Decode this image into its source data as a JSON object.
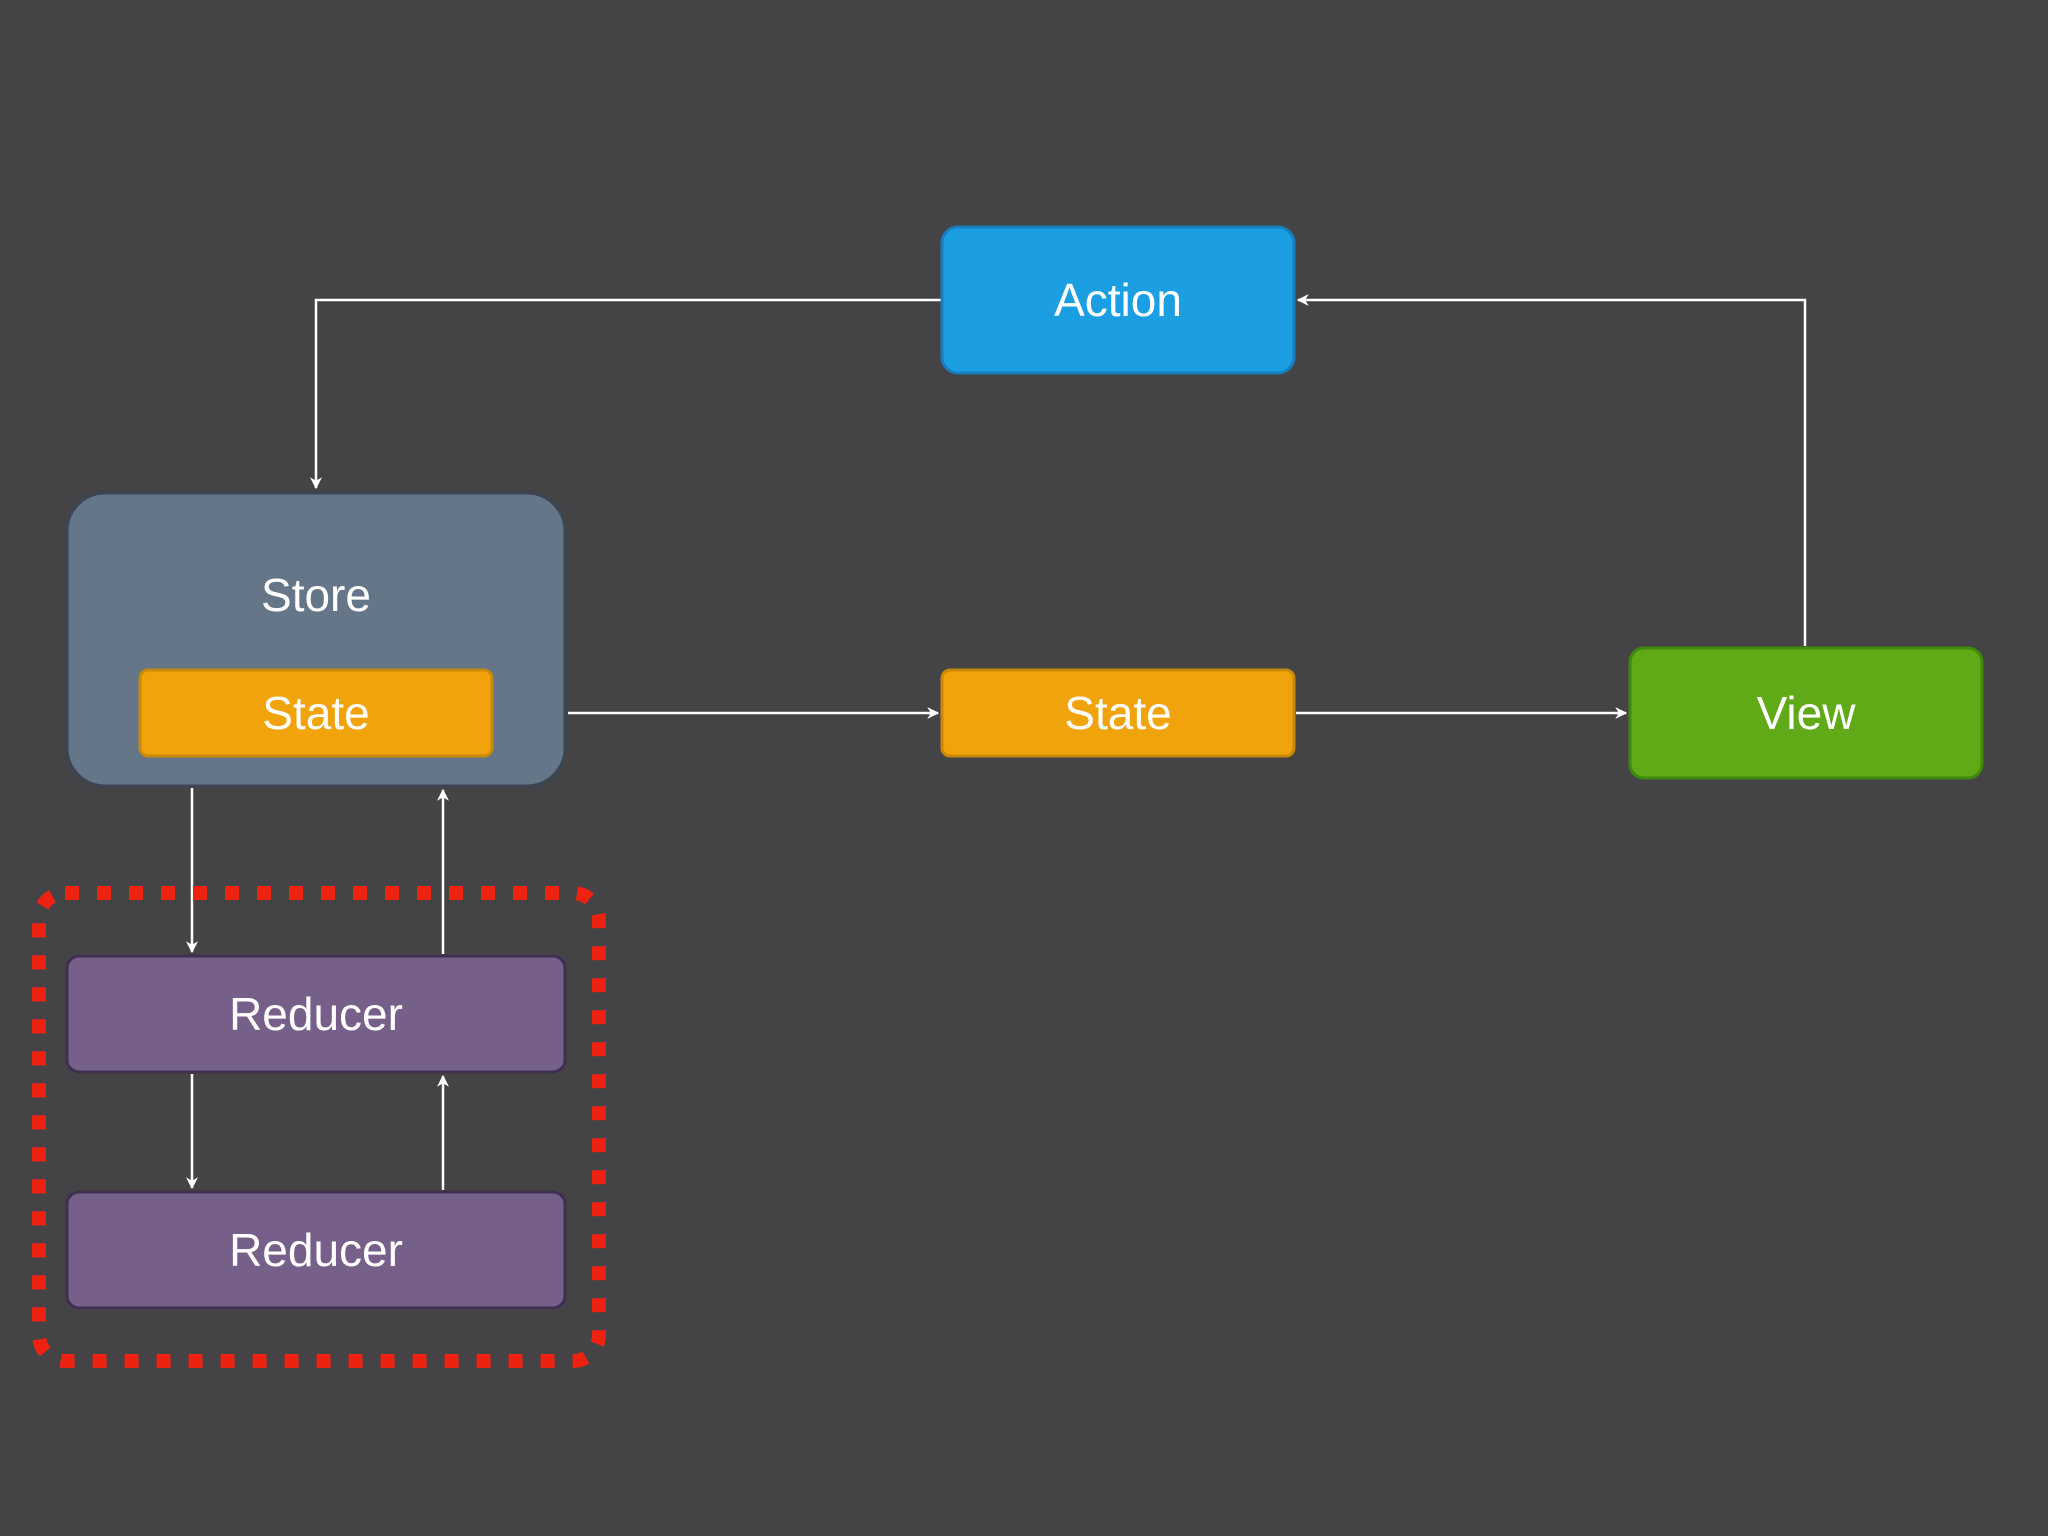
{
  "colors": {
    "background": "#444345",
    "action": "#1c9fe2",
    "action_border": "#167fc0",
    "store": "#647687",
    "store_border": "#3a4654",
    "state": "#f0a30a",
    "state_border": "#c98a08",
    "view": "#60a917",
    "view_border": "#3f8a0c",
    "reducer": "#76608a",
    "reducer_border": "#3e2f50",
    "highlight": "#ee2211",
    "connector": "#ffffff",
    "text": "#ffffff"
  },
  "nodes": {
    "action": {
      "label": "Action",
      "icon": ""
    },
    "store": {
      "label": "Store"
    },
    "store_state": {
      "label": "State"
    },
    "state": {
      "label": "State"
    },
    "view": {
      "label": "View"
    },
    "reducer_top": {
      "label": "Reducer"
    },
    "reducer_bottom": {
      "label": "Reducer"
    }
  },
  "edges": [
    {
      "from": "action",
      "to": "store"
    },
    {
      "from": "store",
      "to": "state"
    },
    {
      "from": "state",
      "to": "view"
    },
    {
      "from": "view",
      "to": "action"
    },
    {
      "from": "store",
      "to": "reducer_top"
    },
    {
      "from": "reducer_top",
      "to": "store"
    },
    {
      "from": "reducer_top",
      "to": "reducer_bottom"
    },
    {
      "from": "reducer_bottom",
      "to": "reducer_top"
    }
  ],
  "highlight": {
    "style": "dotted",
    "encloses": [
      "reducer_top",
      "reducer_bottom"
    ]
  }
}
